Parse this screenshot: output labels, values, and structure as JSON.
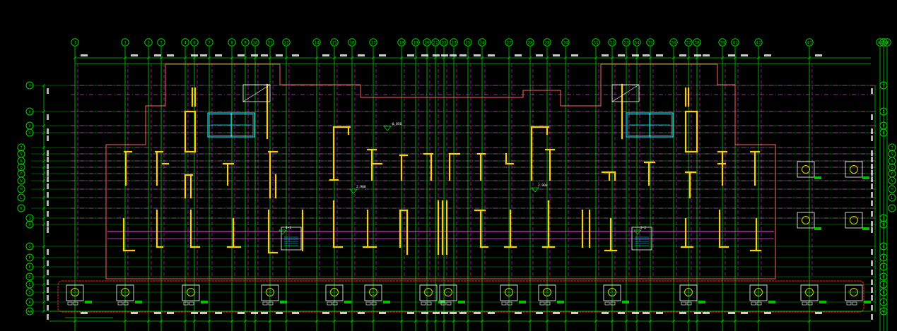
{
  "drawing": {
    "background": "#000000",
    "colors": {
      "grid_axis": "#00d400",
      "dim_line": "#00c000",
      "wall": "#ffd000",
      "outline": "#ff6060",
      "cloud": "#ff2020",
      "hatch": "#ff40ff",
      "dashed_axis": "#c040c0",
      "text": "#ffffff",
      "window": "#00e0ff",
      "pile": "#d0d000"
    },
    "top_axes": [
      "J",
      "1",
      "2",
      "3",
      "4",
      "6",
      "7",
      "8",
      "9",
      "10",
      "11",
      "12",
      "14",
      "15",
      "16",
      "17",
      "18",
      "19",
      "20",
      "21",
      "22",
      "23",
      "25",
      "24",
      "27",
      "28",
      "29",
      "30",
      "31",
      "32",
      "33",
      "34",
      "35",
      "36",
      "37",
      "38",
      "39",
      "41",
      "42",
      "43",
      "44",
      "45",
      "46"
    ],
    "left_axes": [
      "Y",
      "X",
      "V",
      "U",
      "T",
      "S",
      "R",
      "Q",
      "P",
      "N",
      "M",
      "L",
      "K",
      "J",
      "H",
      "G",
      "F",
      "E",
      "D",
      "C",
      "B",
      "A",
      "AA"
    ],
    "right_axes": [
      "Y",
      "X",
      "V",
      "U",
      "T",
      "S",
      "R",
      "Q",
      "P",
      "N",
      "M",
      "L",
      "K",
      "J",
      "H",
      "G",
      "F",
      "E",
      "D",
      "C",
      "B",
      "A",
      "AA"
    ],
    "small_marks": [
      "2.900",
      "-0.050",
      "1-1",
      "2-2"
    ]
  }
}
